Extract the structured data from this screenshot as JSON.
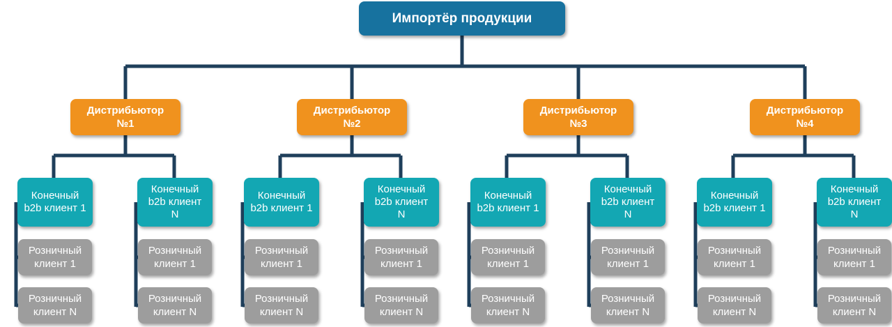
{
  "root": {
    "label": "Импортёр продукции"
  },
  "distributors": [
    {
      "label": "Дистрибьютор\n№1",
      "clients": [
        {
          "label": "Конечный\nb2b клиент 1",
          "retail": [
            "Розничный\nклиент 1",
            "Розничный\nклиент N"
          ]
        },
        {
          "label": "Конечный\nb2b клиент\nN",
          "retail": [
            "Розничный\nклиент 1",
            "Розничный\nклиент N"
          ]
        }
      ]
    },
    {
      "label": "Дистрибьютор\n№2",
      "clients": [
        {
          "label": "Конечный\nb2b клиент 1",
          "retail": [
            "Розничный\nклиент 1",
            "Розничный\nклиент N"
          ]
        },
        {
          "label": "Конечный\nb2b клиент\nN",
          "retail": [
            "Розничный\nклиент 1",
            "Розничный\nклиент N"
          ]
        }
      ]
    },
    {
      "label": "Дистрибьютор\n№3",
      "clients": [
        {
          "label": "Конечный\nb2b клиент 1",
          "retail": [
            "Розничный\nклиент 1",
            "Розничный\nклиент N"
          ]
        },
        {
          "label": "Конечный\nb2b клиент\nN",
          "retail": [
            "Розничный\nклиент 1",
            "Розничный\nклиент N"
          ]
        }
      ]
    },
    {
      "label": "Дистрибьютор\n№4",
      "clients": [
        {
          "label": "Конечный\nb2b клиент 1",
          "retail": [
            "Розничный\nклиент 1",
            "Розничный\nклиент N"
          ]
        },
        {
          "label": "Конечный\nb2b клиент\nN",
          "retail": [
            "Розничный\nклиент 1",
            "Розничный\nклиент N"
          ]
        }
      ]
    }
  ],
  "colors": {
    "root": "#17729f",
    "distributor": "#f0921e",
    "b2b_client": "#13a7b3",
    "retail_client": "#9d9d9d",
    "connector": "#1f3f5b"
  }
}
